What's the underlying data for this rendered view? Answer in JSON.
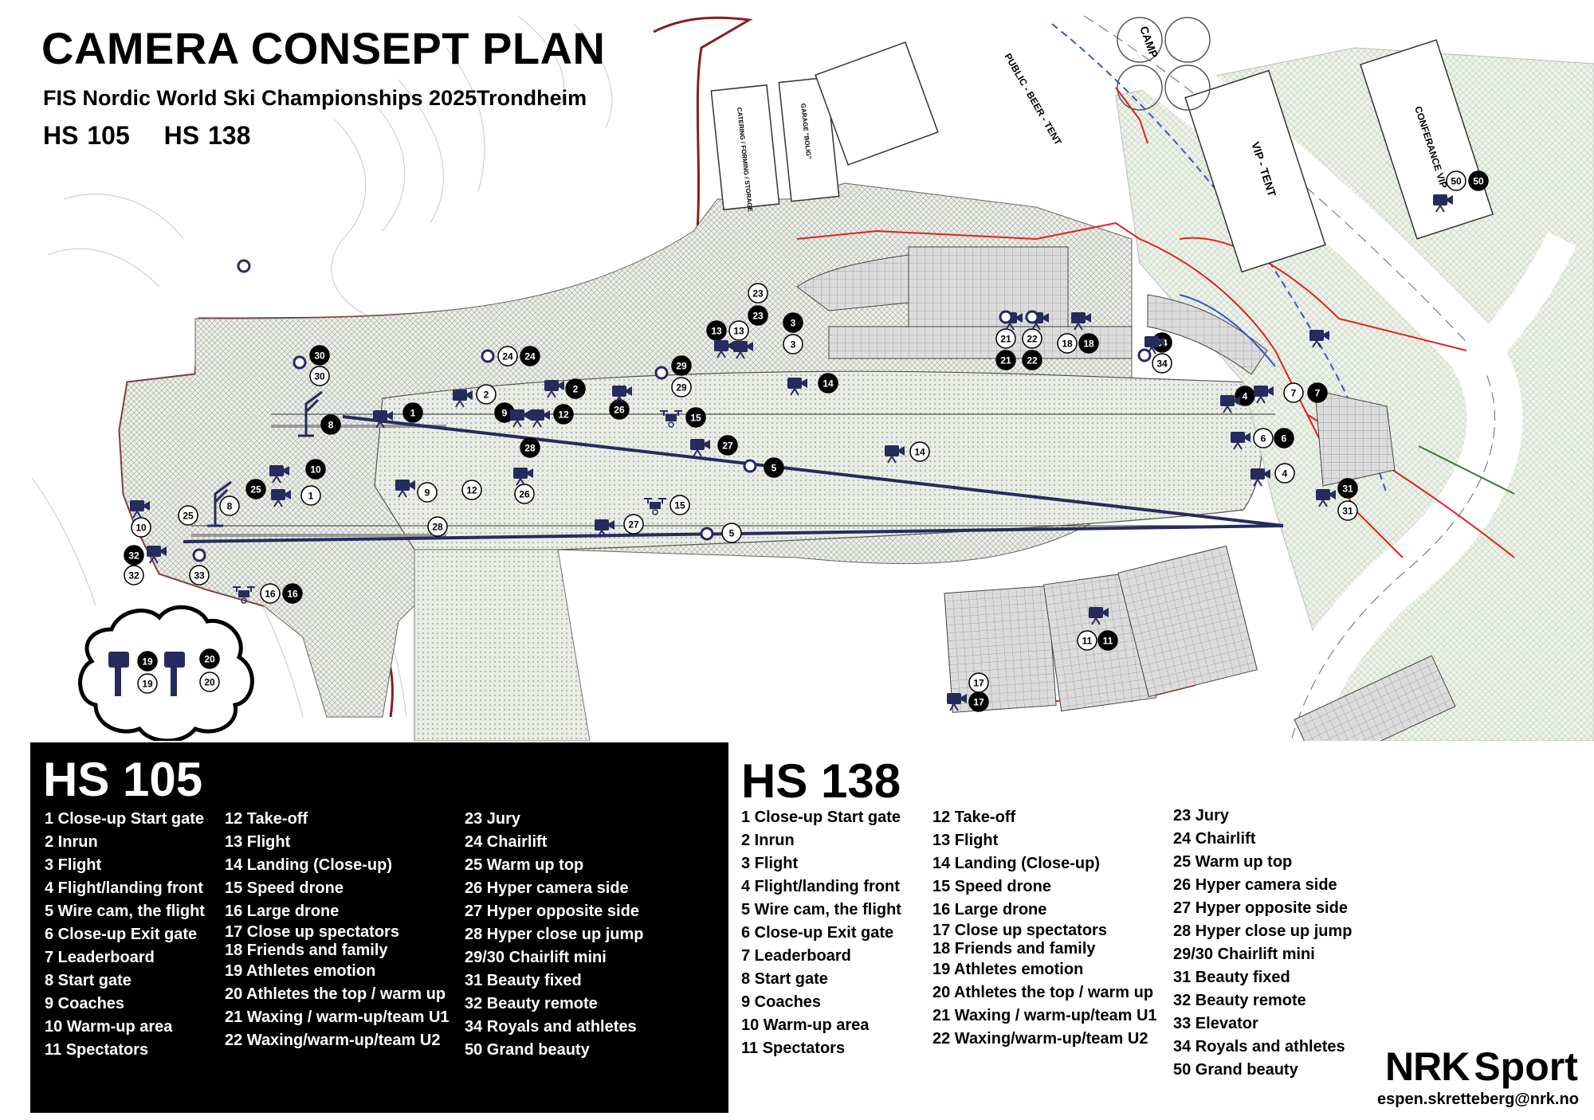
{
  "header": {
    "title": "CAMERA CONSEPT PLAN",
    "subtitle": "FIS Nordic World Ski Championships 2025Trondheim",
    "hills": [
      "HS 105",
      "HS 138"
    ]
  },
  "map_labels": {
    "camp": "CAMP",
    "public_beer_tent": "PUBLIC - BEER - TENT",
    "vip_tent": "VIP - TENT",
    "conference_vip": "CONFERANCE VIP",
    "garage": "GARAGE \"BOLIG\"",
    "storage": "CATERING / FORMING / STORAGE"
  },
  "markers": {
    "n1": "1",
    "n2": "2",
    "n3": "3",
    "n4": "4",
    "n5": "5",
    "n6": "6",
    "n7": "7",
    "n8": "8",
    "n9": "9",
    "n10": "10",
    "n11": "11",
    "n12": "12",
    "n13": "13",
    "n14": "14",
    "n15": "15",
    "n16": "16",
    "n17": "17",
    "n18": "18",
    "n19": "19",
    "n20": "20",
    "n21": "21",
    "n22": "22",
    "n23": "23",
    "n24": "24",
    "n25": "25",
    "n26": "26",
    "n27": "27",
    "n28": "28",
    "n29": "29",
    "n30": "30",
    "n31": "31",
    "n32": "32",
    "n33": "33",
    "n34": "34",
    "n50": "50"
  },
  "legend_105": {
    "heading": "HS 105",
    "columns": [
      [
        "1 Close-up Start gate",
        "2 Inrun",
        "3 Flight",
        "4 Flight/landing front",
        "5 Wire cam, the flight",
        "6 Close-up Exit gate",
        "7 Leaderboard",
        "8 Start gate",
        "9 Coaches",
        "10 Warm-up area",
        "11 Spectators"
      ],
      [
        "12 Take-off",
        "13 Flight",
        "14 Landing (Close-up)",
        "15 Speed drone",
        "16 Large drone",
        "17 Close up spectators",
        "18 Friends and family",
        "19 Athletes emotion",
        "20 Athletes the top / warm up",
        "21 Waxing / warm-up/team  U1",
        "22 Waxing/warm-up/team U2"
      ],
      [
        "23 Jury",
        "24 Chairlift",
        "25 Warm up top",
        "26 Hyper camera side",
        "27 Hyper opposite side",
        "28 Hyper close up jump",
        "29/30 Chairlift mini",
        "31 Beauty fixed",
        "32 Beauty remote",
        "34 Royals and athletes",
        "50 Grand beauty"
      ]
    ]
  },
  "legend_138": {
    "heading": "HS 138",
    "columns": [
      [
        "1 Close-up Start gate",
        "2 Inrun",
        "3 Flight",
        "4 Flight/landing front",
        "5 Wire cam, the flight",
        "6 Close-up Exit gate",
        "7 Leaderboard",
        "8 Start gate",
        "9 Coaches",
        "10 Warm-up area",
        "11 Spectators"
      ],
      [
        "12 Take-off",
        "13 Flight",
        "14 Landing (Close-up)",
        "15 Speed drone",
        "16 Large drone",
        "17 Close up spectators",
        "18 Friends and family",
        "19 Athletes emotion",
        "20 Athletes the top / warm up",
        "21 Waxing / warm-up/team  U1",
        "22 Waxing/warm-up/team U2"
      ],
      [
        "23 Jury",
        "24 Chairlift",
        "25 Warm up top",
        "26 Hyper camera side",
        "27 Hyper opposite side",
        "28 Hyper close up jump",
        "29/30 Chairlift mini",
        "31 Beauty fixed",
        "32 Beauty remote",
        "33 Elevator",
        "34 Royals and athletes",
        "50 Grand beauty"
      ]
    ]
  },
  "footer": {
    "brand": "NRK",
    "brand_sub": "Sport",
    "email": "espen.skretteberg@nrk.no"
  },
  "colors": {
    "camera_blue": "#262b5e",
    "boundary_red": "#8a1d1d",
    "route_red": "#e02020",
    "road_blue": "#3a56c9",
    "green_line": "#2f7a2f"
  }
}
